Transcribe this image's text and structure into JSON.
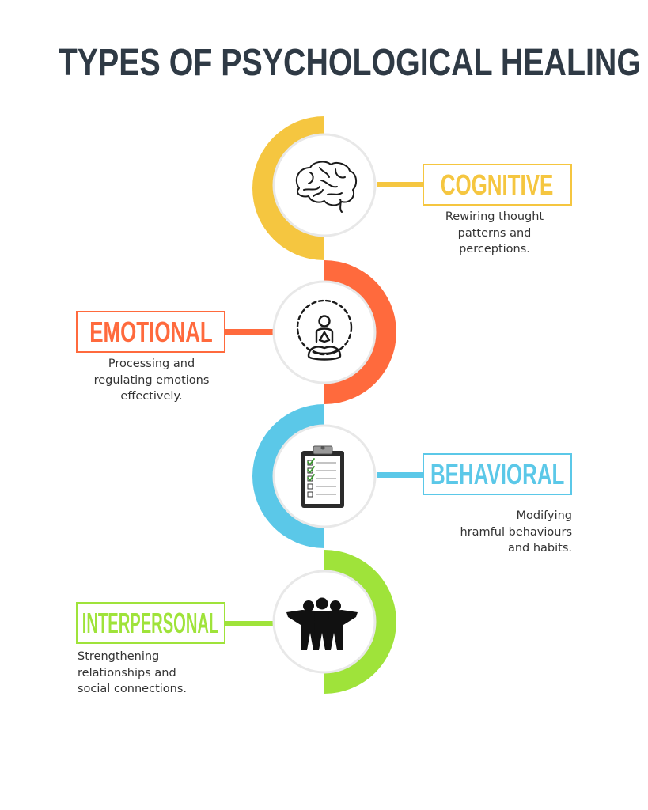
{
  "title": "TYPES OF PSYCHOLOGICAL HEALING",
  "steps": [
    {
      "label": "COGNITIVE",
      "color": "#f5c640",
      "icon": "brain-icon",
      "desc": [
        "Rewiring thought",
        "patterns and",
        "perceptions."
      ]
    },
    {
      "label": "EMOTIONAL",
      "color": "#ff6a3d",
      "icon": "meditation-icon",
      "desc": [
        "Processing and",
        "regulating emotions",
        "effectively."
      ]
    },
    {
      "label": "BEHAVIORAL",
      "color": "#5bc8e8",
      "icon": "clipboard-checklist-icon",
      "desc": [
        "Modifying",
        "hramful behaviours",
        "and habits."
      ]
    },
    {
      "label": "INTERPERSONAL",
      "color": "#9fe33a",
      "icon": "group-people-icon",
      "desc": [
        "Strengthening",
        "relationships and",
        "social connections."
      ]
    }
  ]
}
